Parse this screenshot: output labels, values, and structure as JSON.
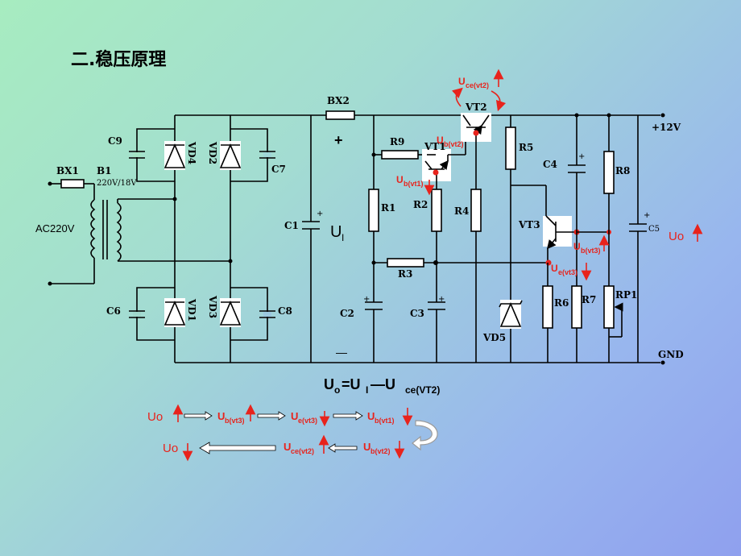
{
  "title": "二.稳压原理",
  "labels": {
    "bx1": "BX1",
    "b1": "B1",
    "b1_rating": "220V/18V",
    "ac": "AC220V",
    "c9": "C9",
    "c7": "C7",
    "c6": "C6",
    "c8": "C8",
    "vd4": "VD4",
    "vd2": "VD2",
    "vd1": "VD1",
    "vd3": "VD3",
    "bx2": "BX2",
    "plus": "+",
    "minus": "—",
    "c1": "C1",
    "ui_main": "U",
    "ui_sub": "I",
    "r9": "R9",
    "vt1": "VT1",
    "vt2": "VT2",
    "r1": "R1",
    "r2": "R2",
    "r3": "R3",
    "r4": "R4",
    "c2": "C2",
    "c3": "C3",
    "r5": "R5",
    "vd5": "VD5",
    "c4": "C4",
    "vt3": "VT3",
    "r6": "R6",
    "r7": "R7",
    "r8": "R8",
    "rp1": "RP1",
    "c5": "C5",
    "plus12v": "+12V",
    "gnd": "GND"
  },
  "annotations": {
    "uce_vt2": {
      "main": "U",
      "sub": "ce(vt2)"
    },
    "ub_vt2": {
      "main": "U",
      "sub": "b(vt2)"
    },
    "ub_vt1": {
      "main": "U",
      "sub": "b(vt1)"
    },
    "ub_vt3": {
      "main": "U",
      "sub": "b(vt3)"
    },
    "ue_vt3": {
      "main": "U",
      "sub": "e(vt3)"
    },
    "uo": "Uo"
  },
  "formula": {
    "uo": "U",
    "uo_sub": "o",
    "eq": "=U",
    "ui_sub": "I",
    "minus": "—U",
    "uce_sub": "ce(VT2)"
  },
  "chain": {
    "row1": [
      {
        "main": "Uo",
        "sub": ""
      },
      {
        "main": "U",
        "sub": "b(vt3)"
      },
      {
        "main": "U",
        "sub": "e(vt3)"
      },
      {
        "main": "U",
        "sub": "b(vt1)"
      }
    ],
    "row2": [
      {
        "main": "Uo",
        "sub": ""
      },
      {
        "main": "U",
        "sub": "ce(vt2)"
      },
      {
        "main": "U",
        "sub": "b(vt2)"
      }
    ]
  },
  "colors": {
    "annotation": "#e8231c",
    "line": "#000000"
  }
}
